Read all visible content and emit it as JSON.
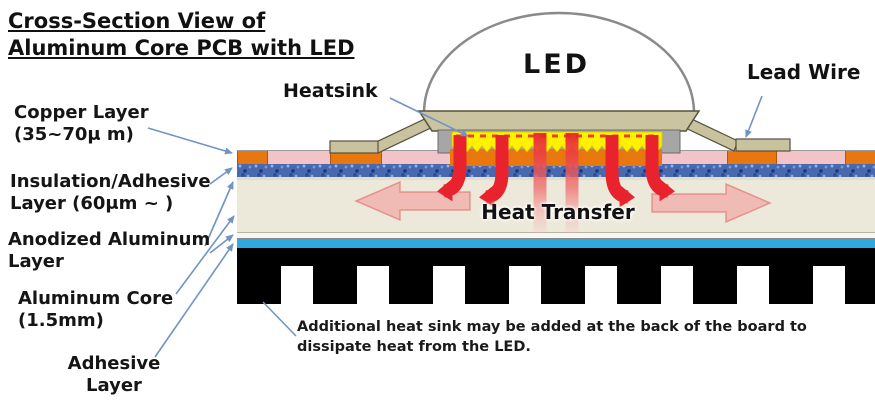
{
  "title": {
    "line1": "Cross-Section View of",
    "line2": "Aluminum Core PCB with LED"
  },
  "labels": {
    "copper": {
      "line1": "Copper Layer",
      "line2": "(35~70μ m)"
    },
    "insulation": {
      "line1": "Insulation/Adhesive",
      "line2": "Layer (60μm ~ )"
    },
    "anodized": {
      "line1": "Anodized Aluminum",
      "line2": "Layer"
    },
    "core": {
      "line1": "Aluminum  Core",
      "line2": "(1.5mm)"
    },
    "adhesive": {
      "line1": "Adhesive",
      "line2": "Layer"
    }
  },
  "diagram": {
    "led": "LED",
    "heatsink": "Heatsink",
    "lead_wire": "Lead Wire",
    "heat_transfer": "Heat Transfer"
  },
  "note": {
    "line1": "Additional heat sink may be added at the back of the board to",
    "line2": "dissipate heat from the LED."
  },
  "colors": {
    "leader_arrow": "#7094C4",
    "copper": "#E8770F",
    "solder_mask_pink": "#F2C3C7",
    "insulation_blue": "#4868B0",
    "aluminum_core_cream": "#EDE9DA",
    "anodized_white": "#F8F6EE",
    "adhesive_cyan": "#2FA9DD",
    "heatsink_black": "#000000",
    "thermal_pad_yellow": "#FFF100",
    "heat_red": "#E8232E",
    "package_tan": "#CBC4A0",
    "package_gray": "#A6A6A6",
    "led_dome_stroke": "#8A8A8A"
  }
}
